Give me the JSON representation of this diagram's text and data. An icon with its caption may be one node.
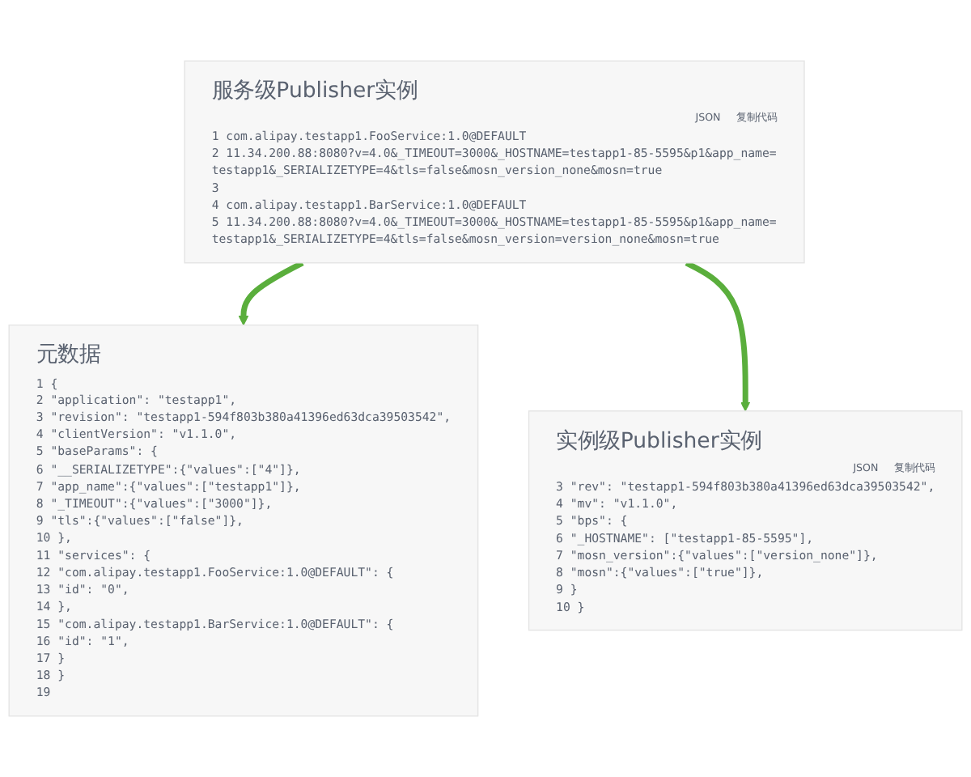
{
  "diagram": {
    "nodes": [
      {
        "text": [
          "服务级Publisher实例",
          "JSON",
          "复制代码",
          "1 com.alipay.testapp1.FooService:1.0@DEFAULT",
          "2 11.34.200.88:8080?v=4.0&_TIMEOUT=3000&_HOSTNAME=testapp1-85-5595&p1&app_name=testapp1&_SERIALIZETYPE=4&tls=false&mosn_version_none&mosn=true",
          "3",
          "4 com.alipay.testapp1.BarService:1.0@DEFAULT",
          "5 11.34.200.88:8080?v=4.0&_TIMEOUT=3000&_HOSTNAME=testapp1-85-5595&p1&app_name=testapp1&_SERIALIZETYPE=4&tls=false&mosn_version=version_none&mosn=true"
        ]
      },
      {
        "text": [
          "元数据",
          "1 {",
          "2 \"application\": \"testapp1\",",
          "3 \"revision\": \"testapp1-594f803b380a41396ed63dca39503542\",",
          "4 \"clientVersion\": \"v1.1.0\",",
          "5 \"baseParams\": {",
          "6 \"__SERIALIZETYPE\":{\"values\":[\"4\"]},",
          "7 \"app_name\":{\"values\":[\"testapp1\"]},",
          "8 \"_TIMEOUT\":{\"values\":[\"3000\"]},",
          "9 \"tls\":{\"values\":[\"false\"]},",
          "10 },",
          "11 \"services\": {",
          "12 \"com.alipay.testapp1.FooService:1.0@DEFAULT\": {",
          "13 \"id\": \"0\",",
          "14 },",
          "15 \"com.alipay.testapp1.BarService:1.0@DEFAULT\": {",
          "16 \"id\": \"1\",",
          "17 }",
          "18 }",
          "19"
        ]
      },
      {
        "text": [
          "实例级Publisher实例",
          "JSON",
          "复制代码",
          "3 \"rev\": \"testapp1-594f803b380a41396ed63dca39503542\",",
          "4 \"mv\": \"v1.1.0\",",
          "5 \"bps\": {",
          "6 \"_HOSTNAME\": [\"testapp1-85-5595\"],",
          "7 \"mosn_version\":{\"values\":[\"version_none\"]},",
          "8 \"mosn\":{\"values\":[\"true\"]},",
          "9 }",
          "10 }"
        ]
      }
    ],
    "edges": [
      {
        "from": 0,
        "to": 1,
        "arrow": "to"
      },
      {
        "from": 0,
        "to": 2,
        "arrow": "to"
      }
    ]
  }
}
